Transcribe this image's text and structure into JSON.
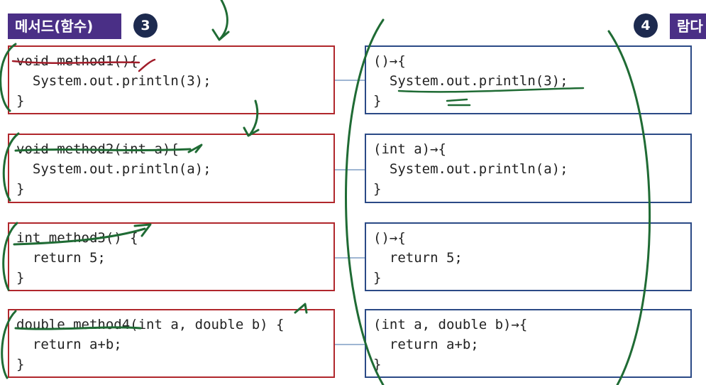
{
  "header": {
    "left_tag": "메서드(함수)",
    "left_badge": "3",
    "right_badge": "4",
    "right_tag": "람다"
  },
  "methods": [
    {
      "lines": [
        "void method1(){",
        "  System.out.println(3);",
        "}"
      ]
    },
    {
      "lines": [
        "void method2(int a){",
        "  System.out.println(a);",
        "}"
      ]
    },
    {
      "lines": [
        "int method3() {",
        "  return 5;",
        "}"
      ]
    },
    {
      "lines": [
        "double method4(int a, double b) {",
        "  return a+b;",
        "}"
      ]
    }
  ],
  "lambdas": [
    {
      "lines": [
        "()→{",
        "  System.out.println(3);",
        "}"
      ]
    },
    {
      "lines": [
        "(int a)→{",
        "  System.out.println(a);",
        "}"
      ]
    },
    {
      "lines": [
        "()→{",
        "  return 5;",
        "}"
      ]
    },
    {
      "lines": [
        "(int a, double b)→{",
        "  return a+b;",
        "}"
      ]
    }
  ],
  "colors": {
    "method_border": "#b0272c",
    "lambda_border": "#2b4a86",
    "tag_bg": "#4a2f86",
    "badge_bg": "#1d2a4f",
    "ink_green": "#1f6b34",
    "ink_red": "#a11d2a"
  }
}
